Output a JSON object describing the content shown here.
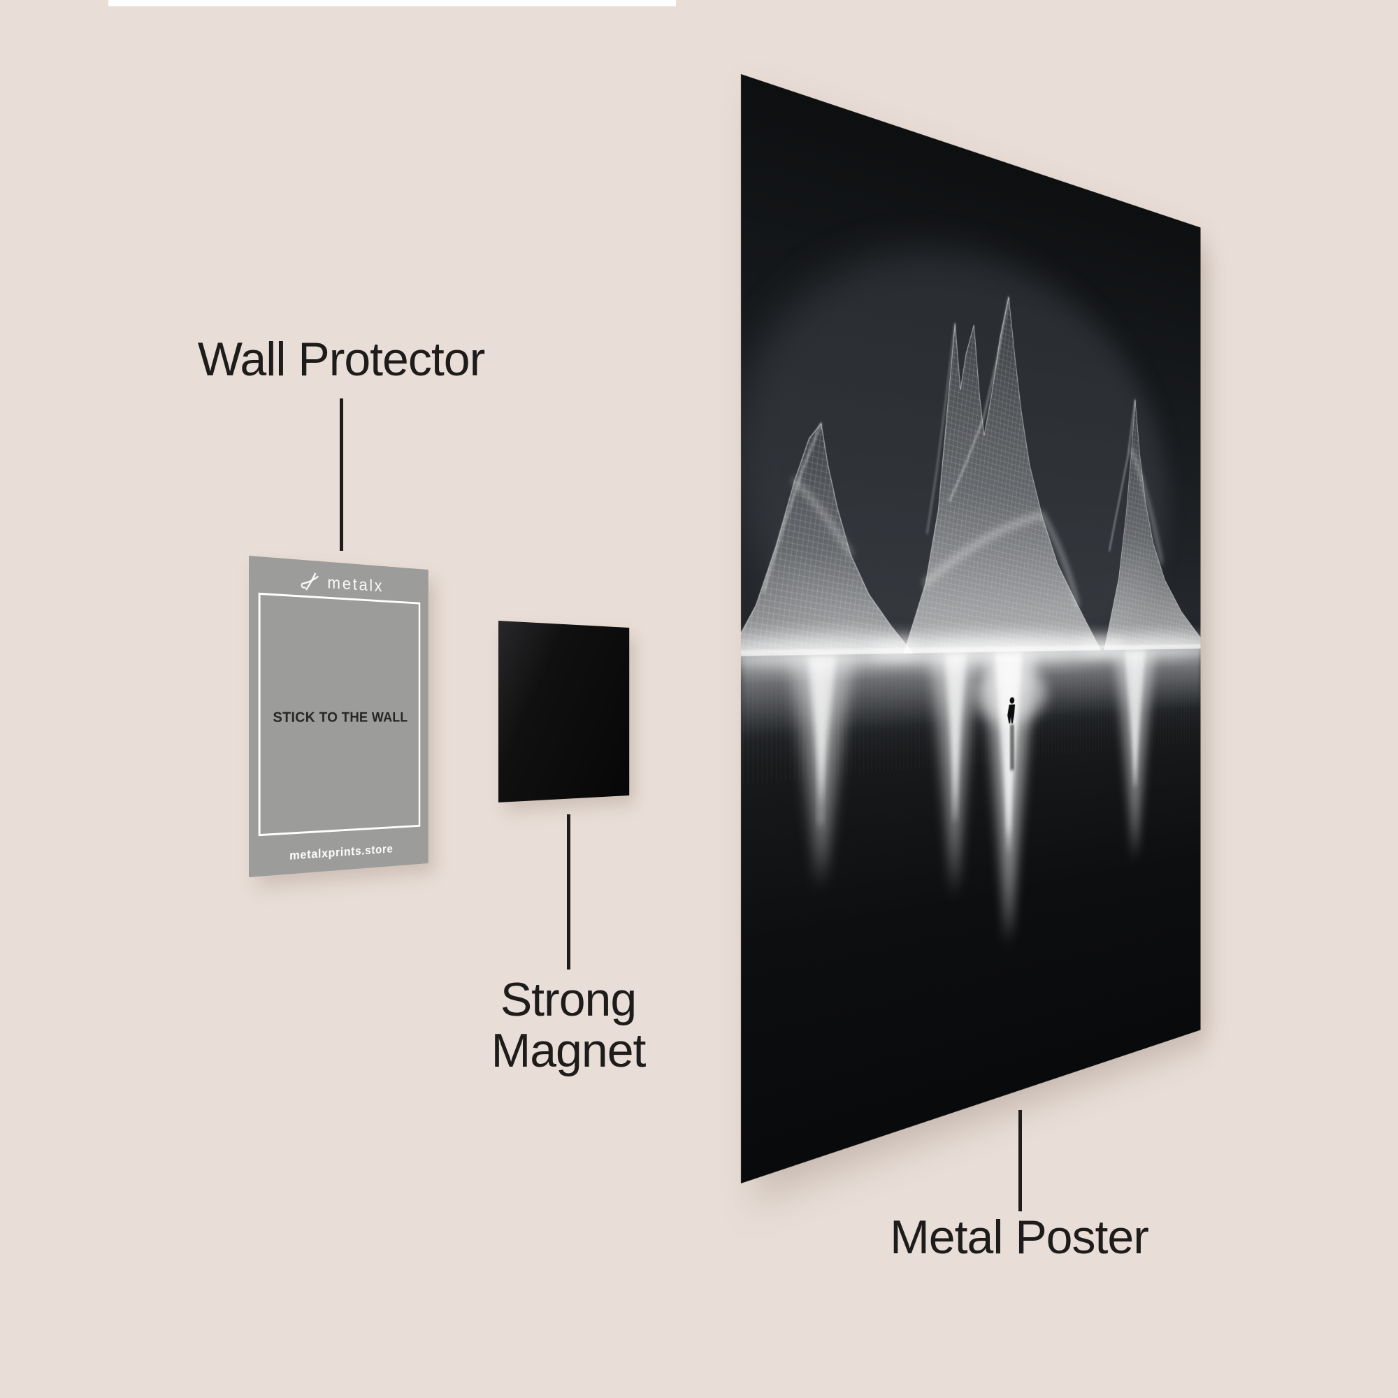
{
  "colors": {
    "background": "#e9ded7",
    "label_text": "#1d1c1a",
    "leader_line": "#1d1c1a",
    "card_gray": "#9c9c9a",
    "card_text": "#262626",
    "card_white": "#ffffff",
    "magnet_black": "#0c0c0d",
    "poster_black": "#101214"
  },
  "labels": {
    "wall_protector": "Wall Protector",
    "strong_magnet_lines": [
      "Strong",
      "Magnet"
    ],
    "metal_poster": "Metal Poster"
  },
  "wall_protector_card": {
    "brand": "metalx",
    "instruction": "STICK TO THE WALL",
    "website": "metalxprints.store"
  },
  "poster": {
    "art_alt": "Black metal print of white wireframe particle mountains mirrored on a dark glossy floor with a lone tiny figure"
  }
}
